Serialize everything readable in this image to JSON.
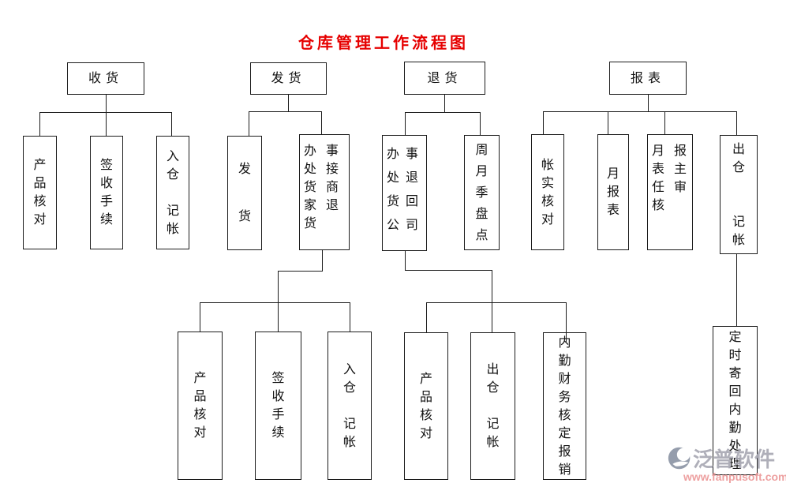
{
  "title": {
    "text": "仓库管理工作流程图"
  },
  "colors": {
    "title_color": "#e60000",
    "line_color": "#1c1c1c",
    "wm_brand": "#a9a9b4",
    "wm_url": "#ec9898",
    "wm_logo": "#8d95a5"
  },
  "nodes": {
    "shouhuo": {
      "label": "收货"
    },
    "fahuo": {
      "label": "发货"
    },
    "tuihuo": {
      "label": "退货"
    },
    "baobiao": {
      "label": "报表"
    },
    "chanpin1": {
      "label": "产\n品\n核\n对"
    },
    "qianshou1": {
      "label": "签\n收\n手\n续"
    },
    "rucang1": {
      "label": "入\n仓\n \n记\n帐"
    },
    "fahuo2": {
      "label": "发\n \n货"
    },
    "jieshang": {
      "label": "办事\n处接\n货商\n家退\n货"
    },
    "tuihui": {
      "label": "办事\n处退\n货回\n公司"
    },
    "pandian": {
      "label": "周\n月\n季\n盘\n点"
    },
    "zhangshi": {
      "label": "帐\n实\n核\n对"
    },
    "yuebao": {
      "label": "月\n报\n表"
    },
    "shenhe": {
      "label": "月报\n表主\n任审\n核"
    },
    "chucang1": {
      "label": "出\n仓\n \n \n记\n帐"
    },
    "chanpin2": {
      "label": "产\n品\n核\n对"
    },
    "qianshou2": {
      "label": "签\n收\n手\n续"
    },
    "rucang2": {
      "label": "入\n仓\n \n记\n帐"
    },
    "chanpin3": {
      "label": "产\n品\n核\n对"
    },
    "chucang2": {
      "label": "出\n仓\n \n记\n帐"
    },
    "neiqin": {
      "label": "内\n勤\n财\n务\n核\n定\n报\n销"
    },
    "dingshi": {
      "label": "定\n时\n寄\n回\n内\n勤\n处\n理"
    }
  },
  "watermark": {
    "brand": "泛普软件",
    "url": "www.fanpusoft.com"
  }
}
